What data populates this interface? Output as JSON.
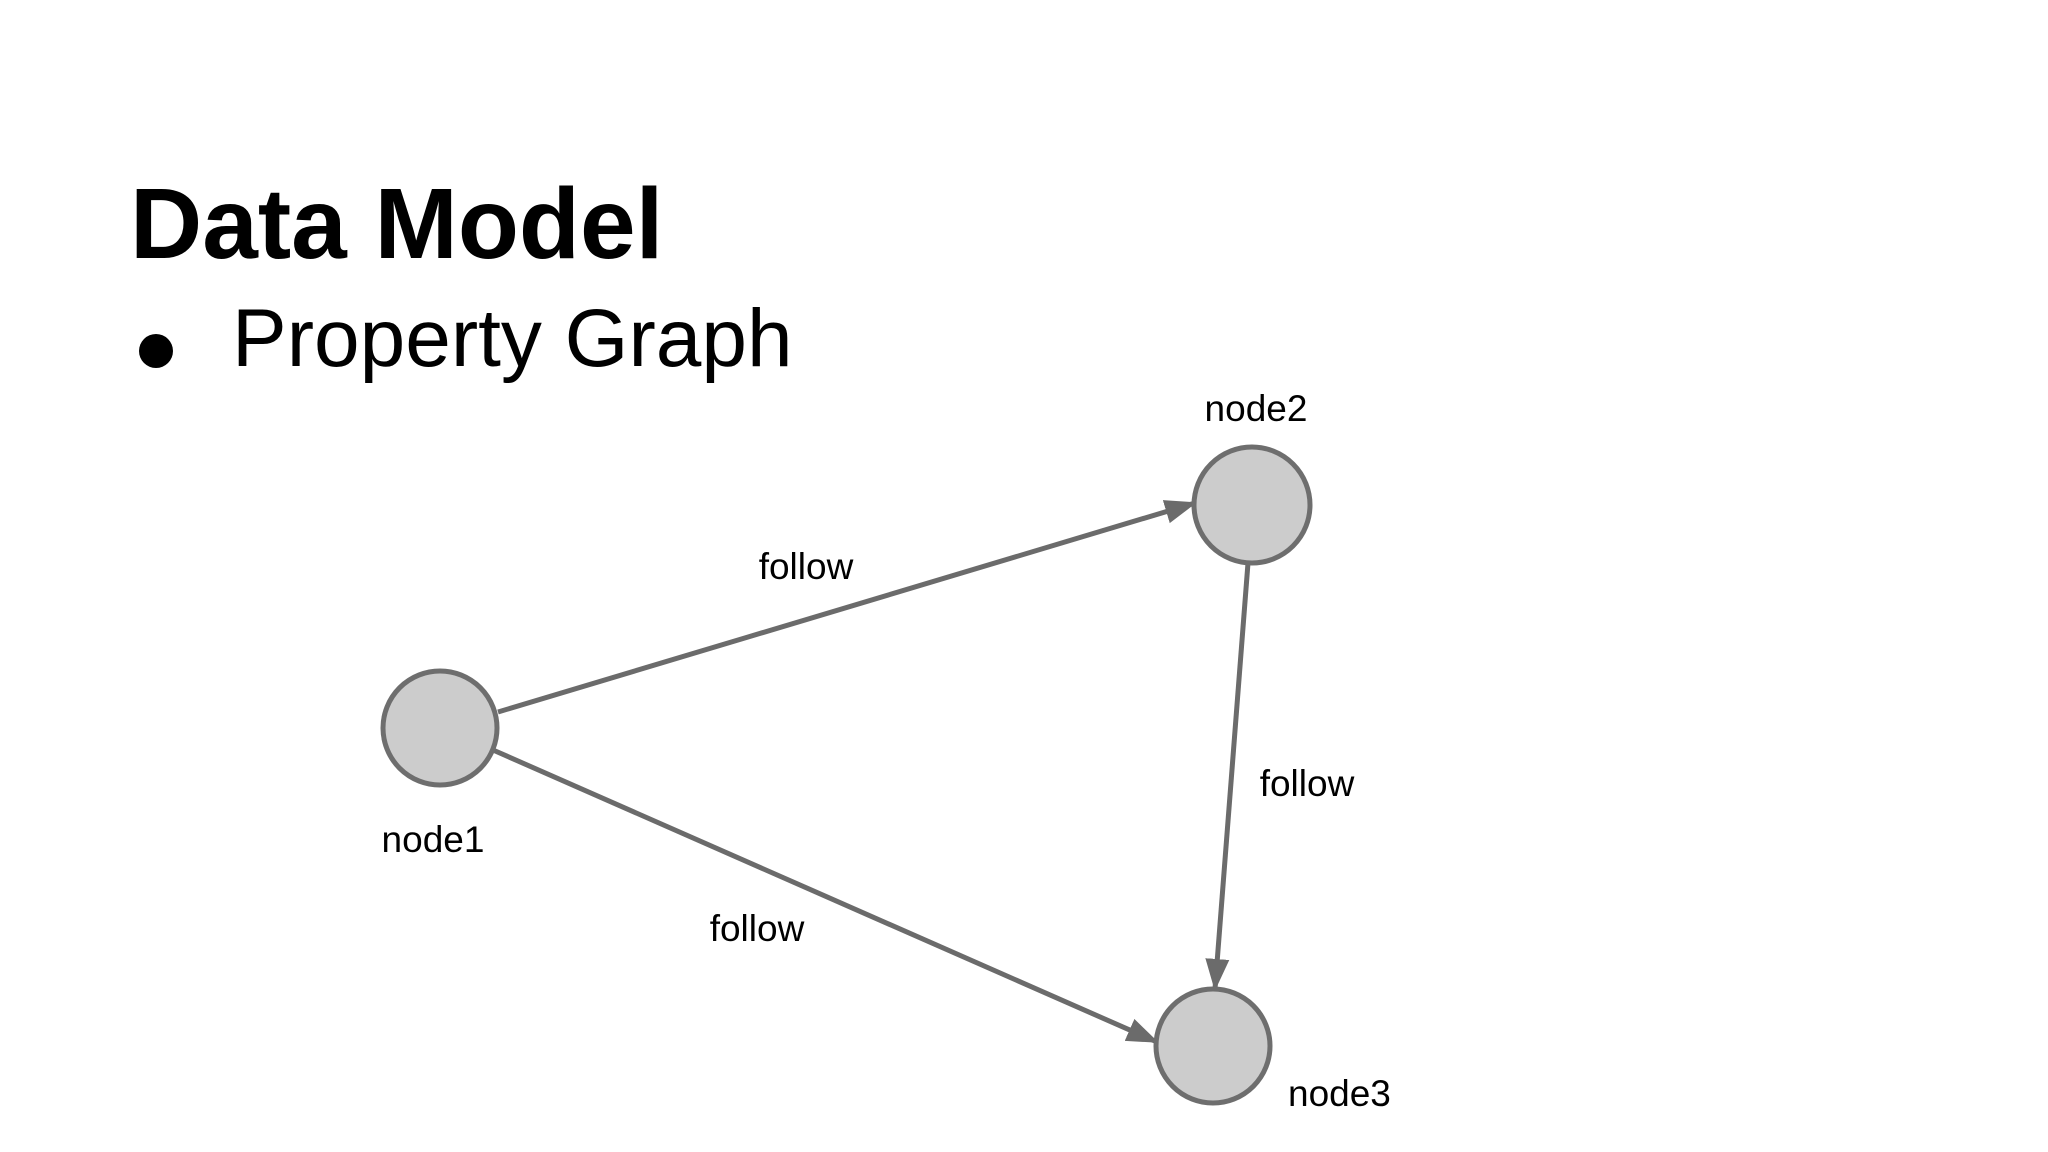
{
  "slide": {
    "title": "Data Model",
    "bullet": "Property Graph"
  },
  "diagram": {
    "type": "property-graph",
    "nodes": [
      {
        "id": "node1",
        "label": "node1"
      },
      {
        "id": "node2",
        "label": "node2"
      },
      {
        "id": "node3",
        "label": "node3"
      }
    ],
    "edges": [
      {
        "from": "node1",
        "to": "node2",
        "label": "follow"
      },
      {
        "from": "node2",
        "to": "node3",
        "label": "follow"
      },
      {
        "from": "node1",
        "to": "node3",
        "label": "follow"
      }
    ],
    "colors": {
      "node_fill": "#cccccc",
      "node_stroke": "#6e6e6e",
      "edge": "#6b6b6b",
      "text": "#000000",
      "background": "#ffffff"
    }
  }
}
